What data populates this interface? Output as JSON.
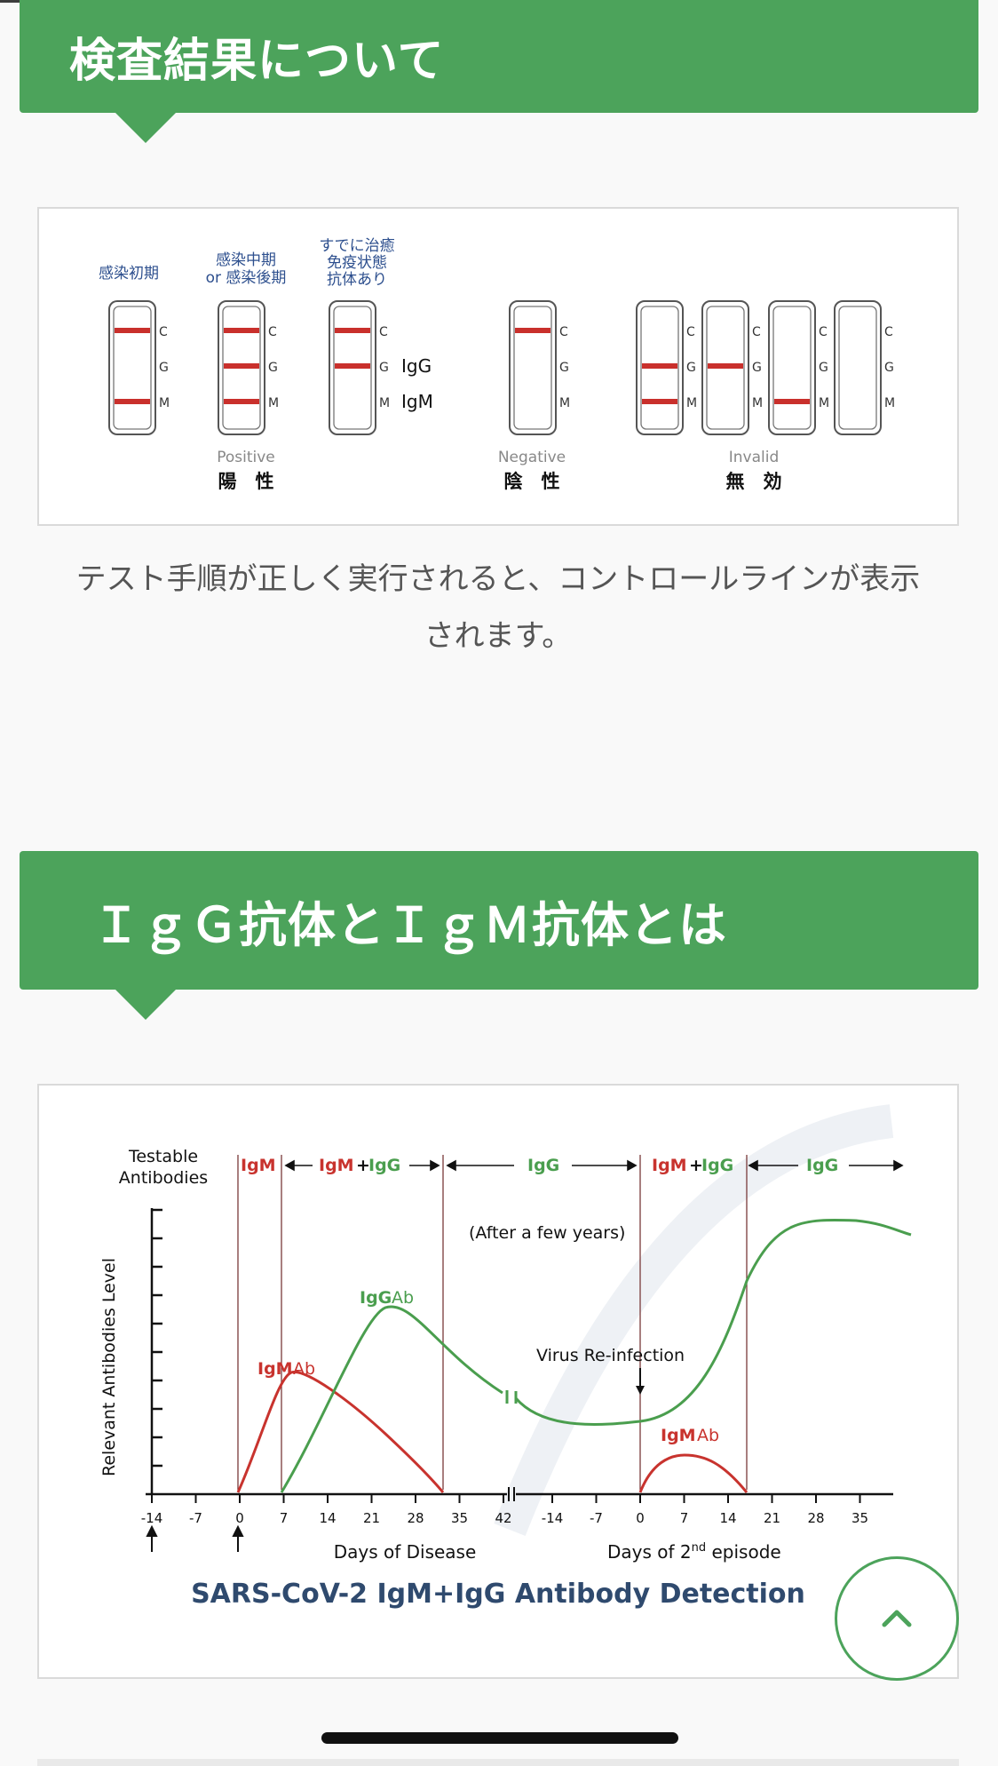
{
  "section1": {
    "heading": "検査結果について",
    "figure": {
      "strip_labels": {
        "c": "C",
        "g": "G",
        "m": "M"
      },
      "stages": {
        "early": "感染初期",
        "mid_line1": "感染中期",
        "mid_line2": "or 感染後期",
        "cured_line1": "すでに治癒",
        "cured_line2": "免疫状態",
        "cured_line3": "抗体あり"
      },
      "legend": {
        "igg": "IgG",
        "igm": "IgM"
      },
      "groups": {
        "positive_en": "Positive",
        "positive_jp": "陽　性",
        "negative_en": "Negative",
        "negative_jp": "陰　性",
        "invalid_en": "Invalid",
        "invalid_jp": "無　効"
      },
      "line_color": "#c9302c"
    },
    "caption_line1": "テスト手順が正しく実行されると、コントロールラインが表示",
    "caption_line2": "されます。"
  },
  "section2": {
    "heading": "ＩｇＧ抗体とＩｇＭ抗体とは",
    "figure": {
      "testable_line1": "Testable",
      "testable_line2": "Antibodies",
      "phase_igm": "IgM",
      "phase_igm2": "IgM",
      "phase_plus": "+",
      "phase_plus2": "+",
      "phase_igg_a": "IgG",
      "phase_igg_b": "IgG",
      "phase_igg_c": "IgG",
      "phase_igg_d": "IgG",
      "phase_igm3": "IgM",
      "after_years": "(After a few years)",
      "reinfection": "Virus Re-infection",
      "igg_ab_1": "IgG",
      "igg_ab_2": "Ab",
      "igm_ab_1": "IgM",
      "igm_ab_2": "Ab",
      "igm2_ab_1": "IgM",
      "igm2_ab_2": "Ab",
      "y_axis_label": "Relevant Antibodies Level",
      "x_ticks_1": [
        "-14",
        "-7",
        "0",
        "7",
        "14",
        "21",
        "28",
        "35",
        "42"
      ],
      "x_ticks_2": [
        "-14",
        "-7",
        "0",
        "7",
        "14",
        "21",
        "28",
        "35"
      ],
      "x_label_1": "Days of Disease",
      "x_label_2_pre": "Days of 2",
      "x_label_2_sup": "nd",
      "x_label_2_post": " episode",
      "title": "SARS-CoV-2 IgM+IgG Antibody Detection",
      "colors": {
        "igm": "#c8332e",
        "igg": "#4a9e4e",
        "title": "#2f4a6e"
      }
    }
  },
  "scroll_top": {
    "icon": "chevron-up-icon"
  }
}
